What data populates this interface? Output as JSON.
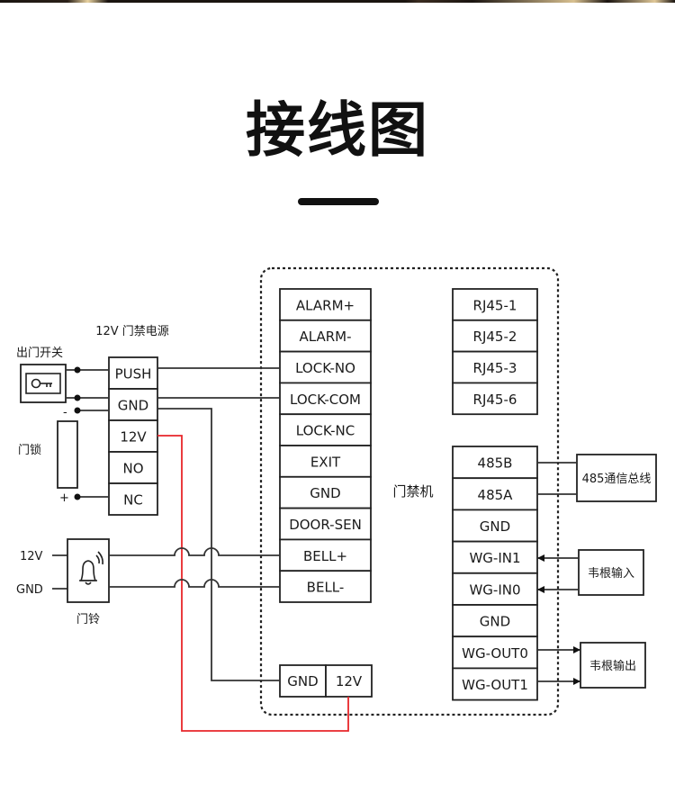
{
  "title": "接线图",
  "power_supply": {
    "label": "12V 门禁电源",
    "terminals": [
      "PUSH",
      "GND",
      "12V",
      "NO",
      "NC"
    ]
  },
  "exit_button": {
    "label": "出门开关",
    "icon": "key-icon"
  },
  "door_lock": {
    "label": "门锁",
    "minus": "-",
    "plus": "+"
  },
  "doorbell": {
    "label": "门铃",
    "icon": "bell-icon",
    "pins": [
      "12V",
      "GND"
    ]
  },
  "controller": {
    "label": "门禁机",
    "left_terminals": [
      "ALARM+",
      "ALARM-",
      "LOCK-NO",
      "LOCK-COM",
      "LOCK-NC",
      "EXIT",
      "GND",
      "DOOR-SEN",
      "BELL+",
      "BELL-"
    ],
    "rj45_terminals": [
      "RJ45-1",
      "RJ45-2",
      "RJ45-3",
      "RJ45-6"
    ],
    "right_terminals": [
      "485B",
      "485A",
      "GND",
      "WG-IN1",
      "WG-IN0",
      "GND",
      "WG-OUT0",
      "WG-OUT1"
    ],
    "power_terminals": [
      "GND",
      "12V"
    ]
  },
  "external": {
    "rs485_bus": "485通信总线",
    "wiegand_in": "韦根输入",
    "wiegand_out": "韦根输出"
  },
  "colors": {
    "wire": "#333333",
    "power_wire": "#e8262a",
    "text": "#1a1a1a"
  }
}
